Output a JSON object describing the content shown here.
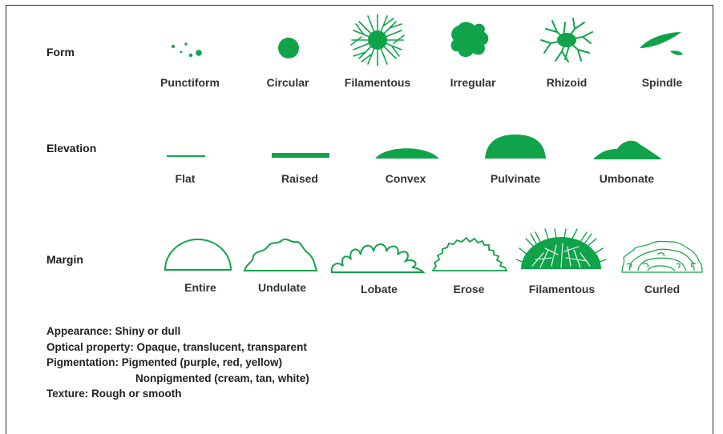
{
  "colors": {
    "green": "#10a34a",
    "text": "#222222",
    "frame": "#2a2a2a"
  },
  "rows": {
    "form": {
      "label": "Form",
      "items": [
        "Punctiform",
        "Circular",
        "Filamentous",
        "Irregular",
        "Rhizoid",
        "Spindle"
      ]
    },
    "elevation": {
      "label": "Elevation",
      "items": [
        "Flat",
        "Raised",
        "Convex",
        "Pulvinate",
        "Umbonate"
      ]
    },
    "margin": {
      "label": "Margin",
      "items": [
        "Entire",
        "Undulate",
        "Lobate",
        "Erose",
        "Filamentous",
        "Curled"
      ]
    }
  },
  "notes": {
    "appearance": "Appearance: Shiny or dull",
    "optical": "Optical property: Opaque, translucent, transparent",
    "pigmentation": "Pigmentation: Pigmented (purple, red, yellow)",
    "nonpigmented": "Nonpigmented (cream, tan, white)",
    "texture": "Texture: Rough or smooth"
  }
}
